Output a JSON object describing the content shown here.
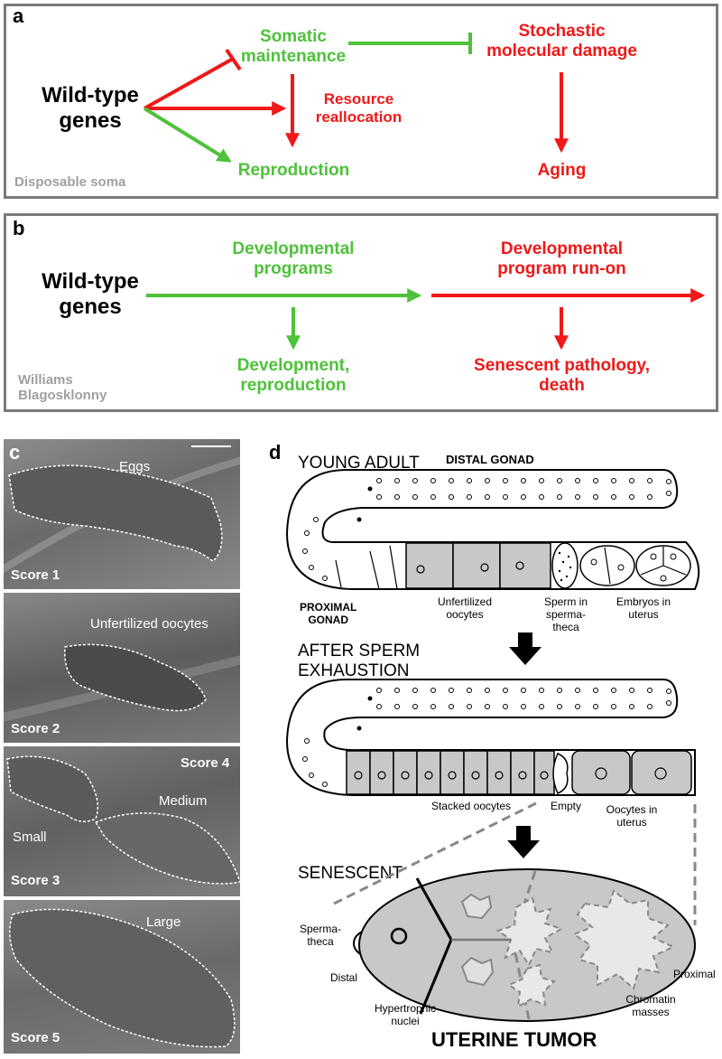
{
  "panel_a": {
    "label": "a",
    "wild_type": "Wild-type\ngenes",
    "somatic_maintenance": "Somatic\nmaintenance",
    "stochastic_damage": "Stochastic\nmolecular damage",
    "resource_reallocation": "Resource\nreallocation",
    "reproduction": "Reproduction",
    "aging": "Aging",
    "theory": "Disposable soma"
  },
  "panel_b": {
    "label": "b",
    "wild_type": "Wild-type\ngenes",
    "dev_programs": "Developmental\nprograms",
    "dev_runon": "Developmental\nprogram run-on",
    "development_reproduction": "Development,\nreproduction",
    "senescent_pathology": "Senescent pathology,\ndeath",
    "theory": "Williams\nBlagosklonny"
  },
  "panel_c": {
    "label": "c",
    "images": [
      {
        "score": "Score 1",
        "caption": "Eggs"
      },
      {
        "score": "Score 2",
        "caption": "Unfertilized oocytes"
      },
      {
        "score_top": "Score 4",
        "score_bottom": "Score 3",
        "caption_medium": "Medium",
        "caption_small": "Small"
      },
      {
        "score": "Score 5",
        "caption": "Large"
      }
    ]
  },
  "panel_d": {
    "label": "d",
    "young_adult": "YOUNG ADULT",
    "distal_gonad": "DISTAL GONAD",
    "proximal_gonad": "PROXIMAL\nGONAD",
    "unfertilized_oocytes": "Unfertilized\noocytes",
    "sperm_in_spermatheca": "Sperm in\nsperma-\ntheca",
    "embryos_in_uterus": "Embryos in\nuterus",
    "after_sperm": "AFTER SPERM\nEXHAUSTION",
    "stacked_oocytes": "Stacked oocytes",
    "empty": "Empty",
    "oocytes_in_uterus": "Oocytes in\nuterus",
    "senescent": "SENESCENT",
    "spermatheca": "Sperma-\ntheca",
    "distal": "Distal",
    "proximal": "Proximal",
    "hypertrophic_nuclei": "Hypertrophic\nnuclei",
    "chromatin_masses": "Chromatin\nmasses",
    "uterine_tumor": "UTERINE TUMOR"
  },
  "colors": {
    "green": "#4ec23a",
    "red": "#f01818",
    "grey_text": "#a0a0a0",
    "frame": "#7a7a7a",
    "gonad_fill": "#c8c8c8"
  }
}
